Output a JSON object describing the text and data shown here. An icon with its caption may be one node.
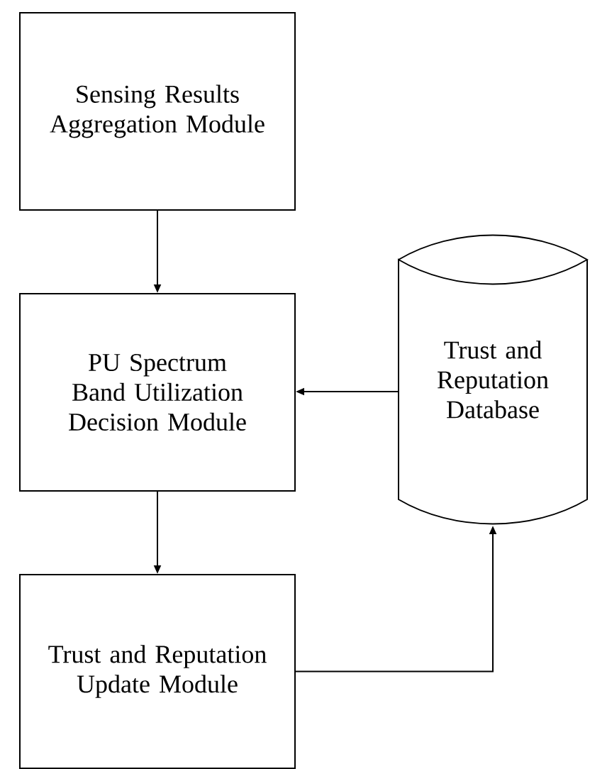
{
  "diagram": {
    "nodes": [
      {
        "text": [
          "Sensing Results Aggregation Module"
        ]
      },
      {
        "text": [
          "PU Spectrum Band Utilization Decision Module"
        ]
      },
      {
        "text": [
          "Trust and Reputation Update Module"
        ]
      },
      {
        "text": [
          "Trust and Reputation Database"
        ]
      }
    ],
    "edges": [
      {
        "from": 0,
        "to": 1,
        "arrow": "to"
      },
      {
        "from": 3,
        "to": 1,
        "arrow": "to"
      },
      {
        "from": 1,
        "to": 2,
        "arrow": "to"
      },
      {
        "from": 2,
        "to": 3,
        "arrow": "to"
      }
    ]
  }
}
